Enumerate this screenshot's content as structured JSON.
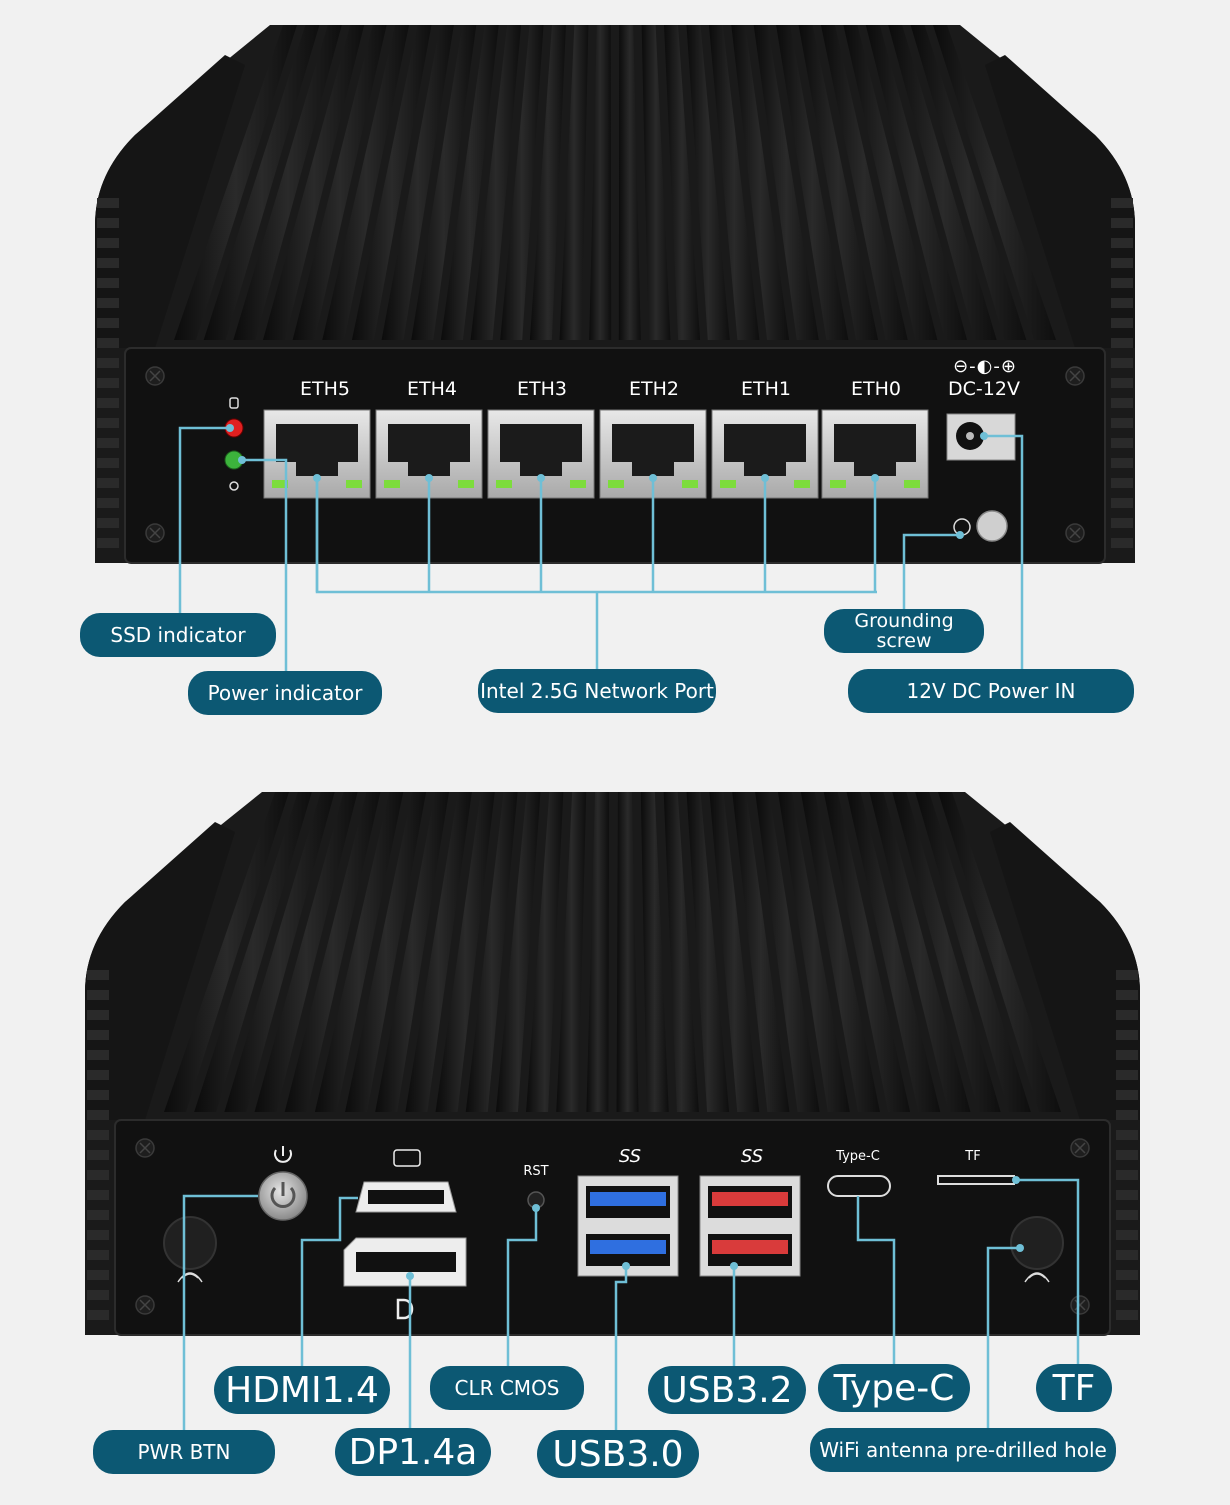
{
  "top_panel": {
    "ports": [
      "ETH5",
      "ETH4",
      "ETH3",
      "ETH2",
      "ETH1",
      "ETH0"
    ],
    "dc_label": "DC-12V",
    "polarity_symbol": "⊖-◐-⊕"
  },
  "top_callouts": {
    "ssd": "SSD indicator",
    "power": "Power indicator",
    "network": "Intel 2.5G Network Port",
    "ground_line1": "Grounding",
    "ground_line2": "screw",
    "dc_in": "12V DC Power IN"
  },
  "bottom_panel": {
    "rst": "RST",
    "typec": "Type-C",
    "tf": "TF",
    "usb_logo": "SS"
  },
  "bottom_callouts": {
    "hdmi": "HDMI1.4",
    "clr": "CLR CMOS",
    "usb32": "USB3.2",
    "typec": "Type-C",
    "tf": "TF",
    "pwr": "PWR  BTN",
    "dp": "DP1.4a",
    "usb30": "USB3.0",
    "wifi": "WiFi antenna pre-drilled hole"
  },
  "colors": {
    "pill": "#0c5873",
    "leader": "#6fbfd6",
    "chassis": "#1a1a1a",
    "usb30_blue": "#2f6fe0",
    "usb32_red": "#d93b3b",
    "ssd_led": "#e02020",
    "power_led": "#3cb33c"
  }
}
